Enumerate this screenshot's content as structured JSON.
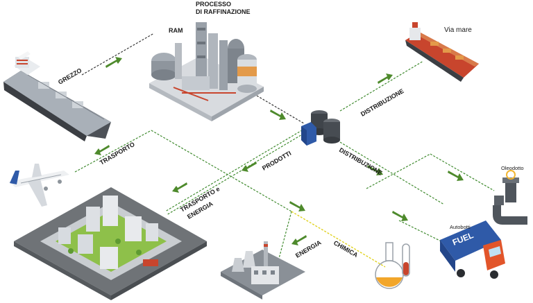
{
  "labels": {
    "process_line1": "PROCESSO",
    "process_line2": "DI RAFFINAZIONE",
    "ram": "RAM",
    "grezzo": "GREZZO",
    "via_mare": "Via mare",
    "distribuzione_top": "DISTRIBUZIONE",
    "prodotti": "PRODOTTI",
    "distribuzione_mid": "DISTRIBUZIONE",
    "trasporto": "TRASPORTO",
    "trasporto_energia_line1": "TRASPORTO e",
    "trasporto_energia_line2": "ENERGIA",
    "oleodotto": "Oleodotto",
    "autobotti": "Autobotti",
    "energia": "ENERGIA",
    "chimica": "CHIMICA",
    "fuel": "FUEL"
  },
  "colors": {
    "arrow_green": "#4e8a2c",
    "line_green": "#3f8a2e",
    "line_dark": "#333333",
    "line_yellow": "#e0d21e",
    "ship_red": "#c8452d",
    "tanker_blue": "#2f5aa8",
    "road": "#6f7377",
    "grass": "#8ec04a"
  }
}
